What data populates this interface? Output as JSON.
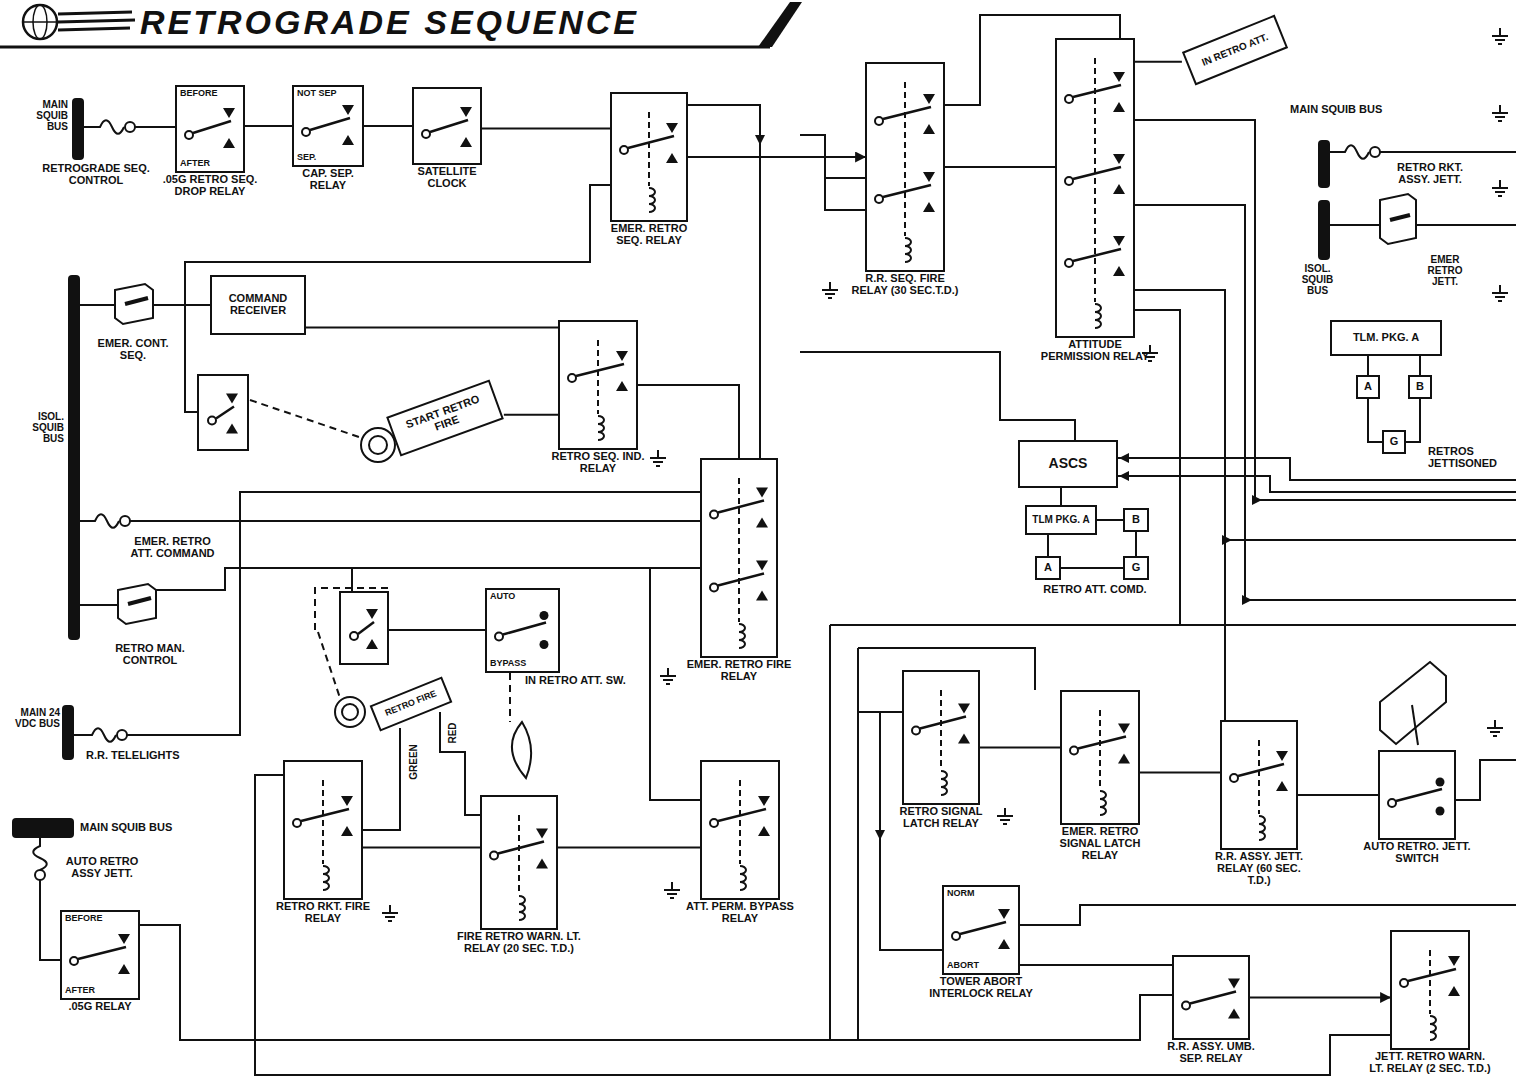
{
  "diagram": {
    "title": "RETROGRADE SEQUENCE",
    "nodes": [
      {
        "text": [
          "BEFORE",
          "AFTER",
          ".05G RETRO SEQ. DROP RELAY"
        ]
      },
      {
        "text": [
          "NOT SEP",
          "SEP.",
          "CAP. SEP. RELAY"
        ]
      },
      {
        "text": [
          "SATELLITE CLOCK"
        ]
      },
      {
        "text": [
          "EMER. RETRO SEQ. RELAY"
        ]
      },
      {
        "text": [
          "R.R. SEQ. FIRE RELAY (30 SEC.T.D.)"
        ]
      },
      {
        "text": [
          "IN RETRO ATT."
        ]
      },
      {
        "text": [
          "ATTITUDE PERMISSION RELAY"
        ]
      },
      {
        "text": [
          "COMMAND RECEIVER"
        ]
      },
      {
        "text": [
          "START RETRO FIRE"
        ]
      },
      {
        "text": [
          "RETRO SEQ. IND. RELAY"
        ]
      },
      {
        "text": [
          "EMER. RETRO FIRE RELAY"
        ]
      },
      {
        "text": [
          "ASCS"
        ]
      },
      {
        "text": [
          "TLM PKG. A"
        ]
      },
      {
        "text": [
          "B"
        ]
      },
      {
        "text": [
          "A"
        ]
      },
      {
        "text": [
          "G"
        ]
      },
      {
        "text": [
          "RETRO FIRE"
        ]
      },
      {
        "text": [
          "AUTO",
          "BYPASS",
          "IN RETRO ATT. SW."
        ]
      },
      {
        "text": [
          "RETRO RKT. FIRE RELAY"
        ]
      },
      {
        "text": [
          "FIRE RETRO WARN. LT. RELAY (20 SEC. T.D.)"
        ]
      },
      {
        "text": [
          "ATT. PERM. BYPASS RELAY"
        ]
      },
      {
        "text": [
          "RETRO SIGNAL LATCH RELAY"
        ]
      },
      {
        "text": [
          "EMER. RETRO SIGNAL LATCH RELAY"
        ]
      },
      {
        "text": [
          "R.R. ASSY. JETT. RELAY (60 SEC. T.D.)"
        ]
      },
      {
        "text": [
          "AUTO RETRO. JETT. SWITCH"
        ]
      },
      {
        "text": [
          "NORM",
          "ABORT",
          "TOWER ABORT INTERLOCK RELAY"
        ]
      },
      {
        "text": [
          "R.R. ASSY. UMB. SEP. RELAY"
        ]
      },
      {
        "text": [
          "JETT. RETRO WARN. LT. RELAY (2 SEC. T.D.)"
        ]
      },
      {
        "text": [
          "BEFORE",
          "AFTER",
          ".05G RELAY"
        ]
      },
      {
        "text": [
          "TLM. PKG. A"
        ]
      },
      {
        "text": [
          "A"
        ]
      },
      {
        "text": [
          "B"
        ]
      },
      {
        "text": [
          "G"
        ]
      }
    ],
    "edges": [
      {
        "from": 0,
        "to": 1,
        "arrow": "none"
      },
      {
        "from": 1,
        "to": 2,
        "arrow": "none"
      },
      {
        "from": 2,
        "to": 3,
        "arrow": "none"
      },
      {
        "from": 3,
        "to": 4,
        "arrow": "to"
      },
      {
        "from": 4,
        "to": 6,
        "arrow": "none"
      },
      {
        "from": 6,
        "to": 5,
        "arrow": "none"
      },
      {
        "from": 7,
        "to": 9,
        "arrow": "none"
      },
      {
        "from": 8,
        "to": 9,
        "arrow": "none"
      },
      {
        "from": 9,
        "to": 10,
        "arrow": "none"
      },
      {
        "from": 11,
        "to": 12,
        "arrow": "none"
      },
      {
        "from": 12,
        "to": 13,
        "arrow": "none"
      },
      {
        "from": 12,
        "to": 14,
        "arrow": "none"
      },
      {
        "from": 14,
        "to": 15,
        "arrow": "none"
      },
      {
        "from": 13,
        "to": 15,
        "arrow": "none"
      },
      {
        "from": 18,
        "to": 19,
        "arrow": "none"
      },
      {
        "from": 19,
        "to": 20,
        "arrow": "none"
      },
      {
        "from": 21,
        "to": 22,
        "arrow": "none"
      },
      {
        "from": 22,
        "to": 23,
        "arrow": "none"
      },
      {
        "from": 23,
        "to": 24,
        "arrow": "none"
      },
      {
        "from": 25,
        "to": 26,
        "arrow": "none"
      },
      {
        "from": 26,
        "to": 27,
        "arrow": "to"
      },
      {
        "from": 29,
        "to": 30,
        "arrow": "none"
      },
      {
        "from": 29,
        "to": 31,
        "arrow": "none"
      },
      {
        "from": 30,
        "to": 32,
        "arrow": "none"
      },
      {
        "from": 31,
        "to": 32,
        "arrow": "none"
      }
    ],
    "labels": [
      "MAIN SQUIB BUS",
      "RETROGRADE SEQ. CONTROL",
      "ISOL. SQUIB BUS",
      "EMER. CONT. SEQ.",
      "EMER. RETRO ATT. COMMAND",
      "RETRO MAN. CONTROL",
      "MAIN 24 VDC BUS",
      "R.R. TELELIGHTS",
      "MAIN SQUIB BUS",
      "AUTO RETRO ASSY JETT.",
      "GREEN",
      "RED",
      "RETRO ATT. COMD.",
      "MAIN SQUIB BUS",
      "RETRO RKT. ASSY. JETT.",
      "ISOL. SQUIB BUS",
      "EMER RETRO JETT.",
      "RETROS JETTISONED"
    ]
  }
}
